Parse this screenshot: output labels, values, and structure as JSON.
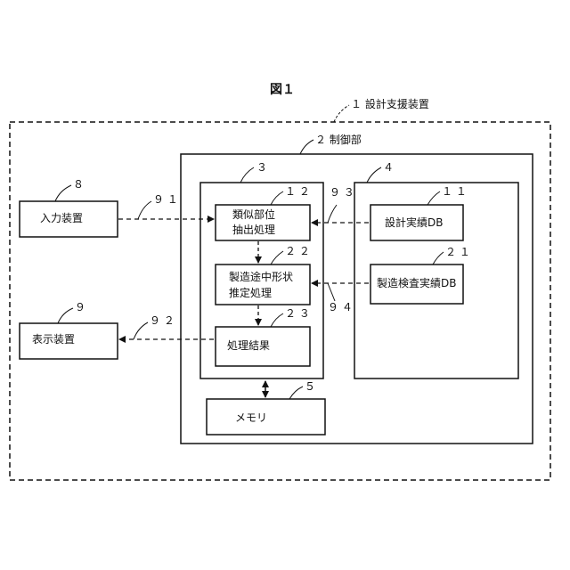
{
  "figure_title": "図１",
  "labels": {
    "device": "１ 設計支援装置",
    "control": "２ 制御部",
    "block3": "３",
    "block4": "４",
    "memory_num": "５",
    "input_num": "８",
    "display_num": "９",
    "n91": "９ １",
    "n92": "９ ２",
    "n93": "９ ３",
    "n94": "９ ４",
    "n11": "１ １",
    "n12": "１ ２",
    "n21": "２ １",
    "n22": "２ ２",
    "n23": "２ ３"
  },
  "boxes": {
    "input": "入力装置",
    "display": "表示装置",
    "similar_line1": "類似部位",
    "similar_line2": "抽出処理",
    "midshape_line1": "製造途中形状",
    "midshape_line2": "推定処理",
    "result": "処理結果",
    "memory": "メモリ",
    "design_db": "設計実績DB",
    "inspect_db": "製造検査実績DB"
  }
}
